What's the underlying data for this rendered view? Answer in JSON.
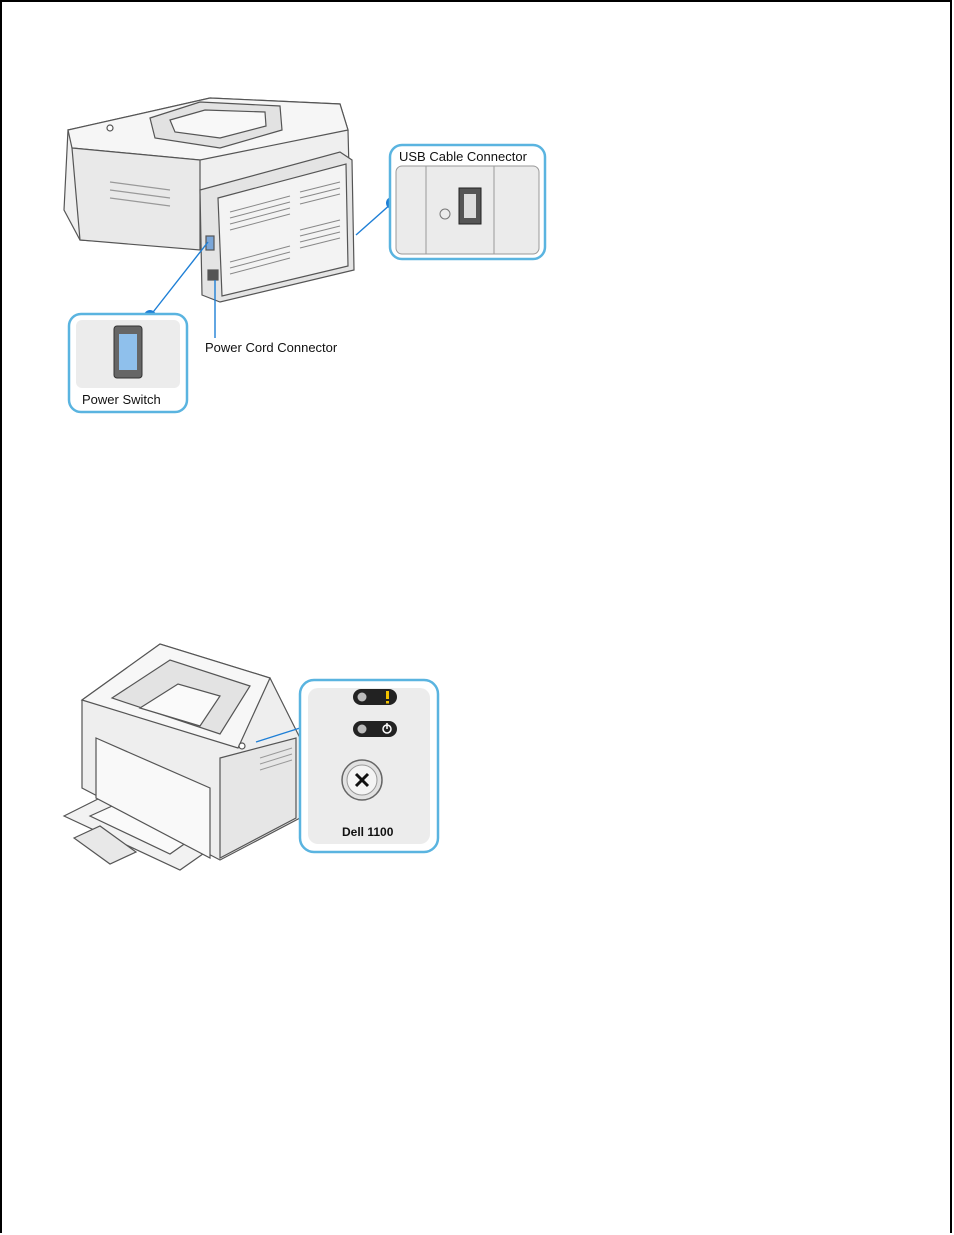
{
  "figure_rear": {
    "usb_label": "USB Cable Connector",
    "power_cord_label": "Power Cord Connector",
    "power_switch_label": "Power Switch"
  },
  "figure_front": {
    "model_label": "Dell 1100"
  },
  "colors": {
    "callout_border": "#5ab4e0",
    "callout_dot": "#1e7fd6",
    "printer_body": "#eeeeee",
    "printer_outline": "#555555"
  }
}
